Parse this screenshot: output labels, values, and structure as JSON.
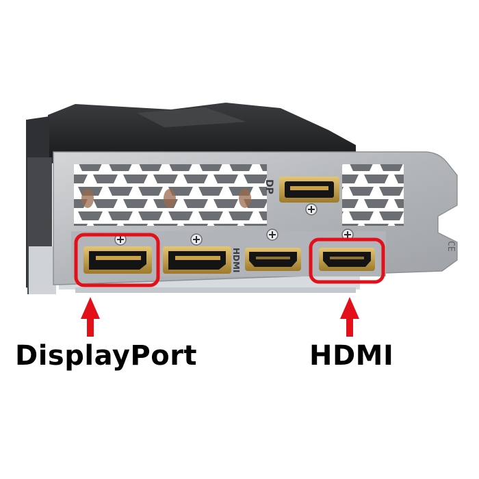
{
  "bracket": {
    "dp_port_marking": "DP",
    "hdmi_port_marking": "HDMI",
    "side_marking": "CE"
  },
  "callouts": {
    "displayport_label": "DisplayPort",
    "hdmi_label": "HDMI",
    "highlight_color": "#e3101a"
  },
  "colors": {
    "shroud": "#2a2b2d",
    "bracket": "#b9bcbf",
    "port_shell": "#c9a24a",
    "port_inner": "#141414"
  },
  "icons": [
    "plus-screw-icon",
    "up-arrow-icon"
  ]
}
